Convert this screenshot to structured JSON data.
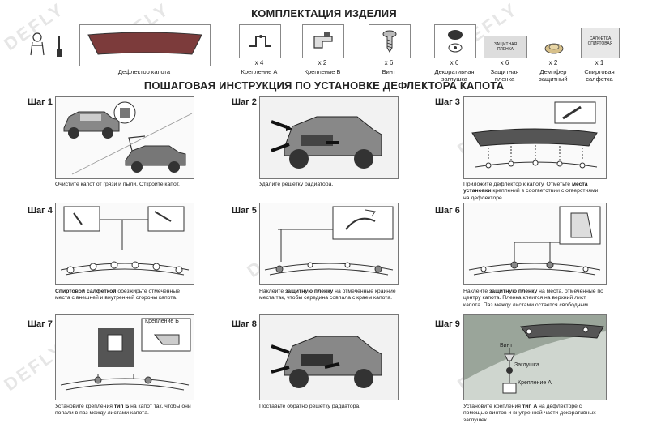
{
  "headers": {
    "kit": "КОМПЛЕКТАЦИЯ ИЗДЕЛИЯ",
    "instructions": "ПОШАГОВАЯ ИНСТРУКЦИЯ ПО УСТАНОВКЕ ДЕФЛЕКТОРА КАПОТА"
  },
  "watermark": "DEFLY",
  "kit": [
    {
      "label": "Дефлектор капота",
      "qty": ""
    },
    {
      "label": "Крепление А",
      "qty": "x 4"
    },
    {
      "label": "Крепление Б",
      "qty": "x 2"
    },
    {
      "label": "Винт",
      "qty": "x 6"
    },
    {
      "label": "Декоративная заглушка",
      "qty": "x 6"
    },
    {
      "label": "Защитная пленка",
      "qty": "x 6"
    },
    {
      "label": "Демпфер защитный",
      "qty": "x 2"
    },
    {
      "label": "Спиртовая салфетка",
      "qty": "x 1"
    }
  ],
  "kit_item_text": {
    "film": "ЗАЩИТНАЯ ПЛЕНКА",
    "wipe": "САЛФЕТКА СПИРТОВАЯ"
  },
  "steps": [
    {
      "title": "Шаг 1",
      "pre": "Очистите капот от грязи и пыли. Откройте капот.",
      "bold": "",
      "post": ""
    },
    {
      "title": "Шаг 2",
      "pre": "Удалите решетку радиатора.",
      "bold": "",
      "post": ""
    },
    {
      "title": "Шаг 3",
      "pre": "Приложите дефлектор к капоту. Отметьте ",
      "bold": "места установки",
      "post": " креплений в соответствии с отверстиями на дефлекторе."
    },
    {
      "title": "Шаг 4",
      "pre": "",
      "bold": "Спиртовой салфеткой",
      "post": " обезжирьте отмеченные места с внешней и внутренней стороны капота."
    },
    {
      "title": "Шаг 5",
      "pre": "Наклейте ",
      "bold": "защитную пленку",
      "post": " на отмеченные крайние места так, чтобы середина совпала с краем капота."
    },
    {
      "title": "Шаг 6",
      "pre": "Наклейте ",
      "bold": "защитную пленку",
      "post": " на места, отмеченные по центру капота. Пленка клеится на верхний лист капота. Паз между листами остается свободным."
    },
    {
      "title": "Шаг 7",
      "pre": "Установите крепления ",
      "bold": "тип Б",
      "post": " на капот так, чтобы они попали в паз между листами капота."
    },
    {
      "title": "Шаг 8",
      "pre": "Поставьте обратно решетку радиатора.",
      "bold": "",
      "post": ""
    },
    {
      "title": "Шаг 9",
      "pre": "Установите крепления ",
      "bold": "тип А",
      "post": " на дефлекторе с помощью винтов и внутренней части декоративных заглушек."
    }
  ],
  "callouts": {
    "step7": "Крепление Б",
    "step9_screw": "Винт",
    "step9_plug": "Заглушка",
    "step9_mount": "Крепление А"
  }
}
